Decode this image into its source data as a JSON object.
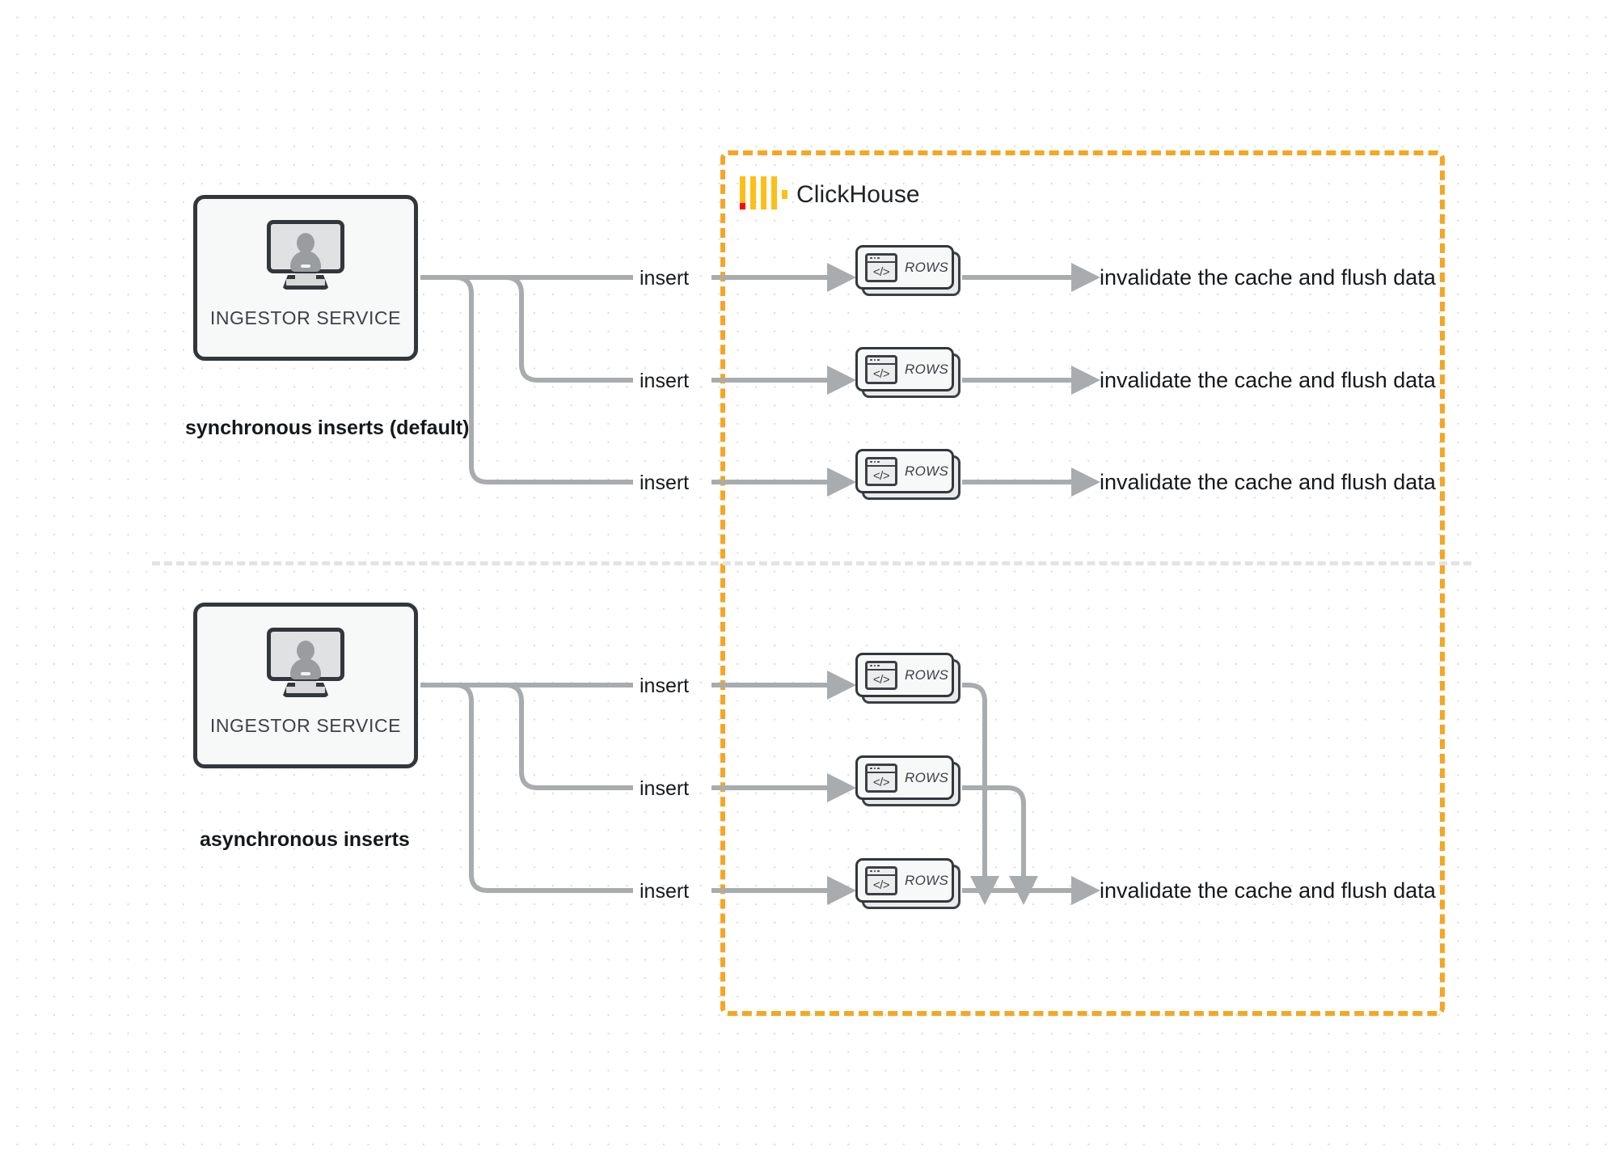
{
  "diagram": {
    "title": "ClickHouse synchronous vs asynchronous inserts",
    "background": "#ffffff",
    "accent_orange": "#f5a623",
    "wire_gray": "#a9acae",
    "text_dark": "#16191c"
  },
  "clickhouse_boundary": {
    "label": "ClickHouse",
    "logo_name": "clickhouse-logo",
    "border_color": "#f5a623",
    "border_style": "dashed"
  },
  "sections": [
    {
      "id": "sync",
      "caption": "synchronous inserts (default)",
      "ingestor": {
        "label": "INGESTOR SERVICE",
        "icon": "monitor-user-icon"
      },
      "edges": [
        {
          "label": "insert",
          "target_label": "ROWS",
          "output": "invalidate the cache and flush data"
        },
        {
          "label": "insert",
          "target_label": "ROWS",
          "output": "invalidate the cache and flush data"
        },
        {
          "label": "insert",
          "target_label": "ROWS",
          "output": "invalidate the cache and flush data"
        }
      ]
    },
    {
      "id": "async",
      "caption": "asynchronous inserts",
      "ingestor": {
        "label": "INGESTOR SERVICE",
        "icon": "monitor-user-icon"
      },
      "edges": [
        {
          "label": "insert",
          "target_label": "ROWS"
        },
        {
          "label": "insert",
          "target_label": "ROWS"
        },
        {
          "label": "insert",
          "target_label": "ROWS"
        }
      ],
      "merged_output": "invalidate the cache and flush data"
    }
  ],
  "rows_card": {
    "text": "ROWS",
    "icon_glyph": "</>",
    "icon_name": "code-window-icon"
  }
}
